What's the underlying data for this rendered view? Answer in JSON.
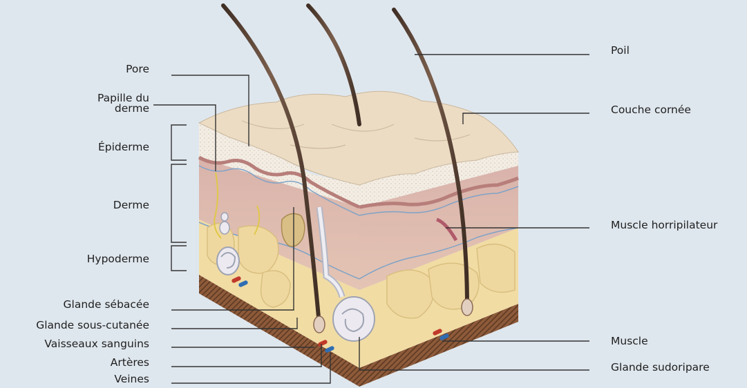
{
  "labels": {
    "pore": "Pore",
    "papille_line1": "Papille du",
    "papille_line2": "derme",
    "epiderme": "Épiderme",
    "derme": "Derme",
    "hypoderme": "Hypoderme",
    "glande_sebacee": "Glande sébacée",
    "glande_sous_cutanee": "Glande sous-cutanée",
    "vaisseaux_sanguins": "Vaisseaux sanguins",
    "arteres": "Artères",
    "veines": "Veines",
    "poil": "Poil",
    "couche_cornee": "Couche cornée",
    "muscle_horripilateur": "Muscle horripilateur",
    "muscle": "Muscle",
    "glande_sudoripare": "Glande sudoripare"
  },
  "colors": {
    "background": "#dfe7ee",
    "epidermis_surface": "#ecdcc4",
    "epidermis_side": "#f2ece2",
    "dermis": "#d9b7ae",
    "hypodermis_fat": "#f1dca4",
    "muscle_base": "#8d5a3a",
    "hair": "#5a4437",
    "leader_line": "#333333"
  }
}
